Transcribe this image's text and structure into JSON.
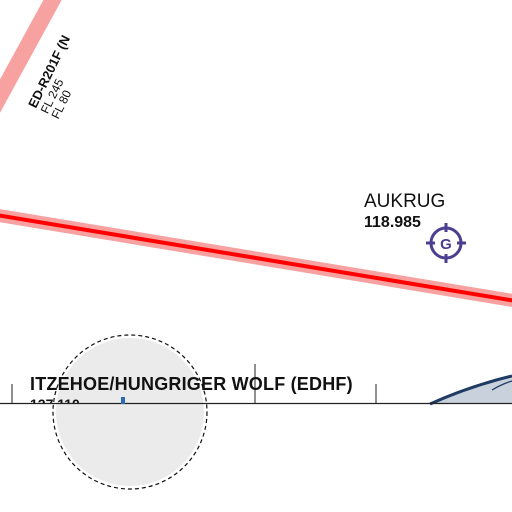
{
  "restricted_area": {
    "designator": "ED-R201F (N",
    "upper_limit": "FL 245",
    "lower_limit": "FL 80",
    "color": "#ff0000"
  },
  "reporting_point": {
    "name": "AUKRUG",
    "frequency": "118.985",
    "icon": "reporting-point-icon",
    "color": "#4b3f8f"
  },
  "airport": {
    "name": "ITZEHOE/HUNGRIGER WOLF (EDHF)",
    "frequency": "127.110"
  },
  "colors": {
    "boundary_red": "#ff0000",
    "boundary_halo": "#f7a1a1",
    "controlled_airspace_fill": "#c8d1dc",
    "controlled_airspace_edge": "#1f3a63",
    "aerodrome_zone": "#ebebeb",
    "frequency_tick": "#2b6cb0"
  }
}
